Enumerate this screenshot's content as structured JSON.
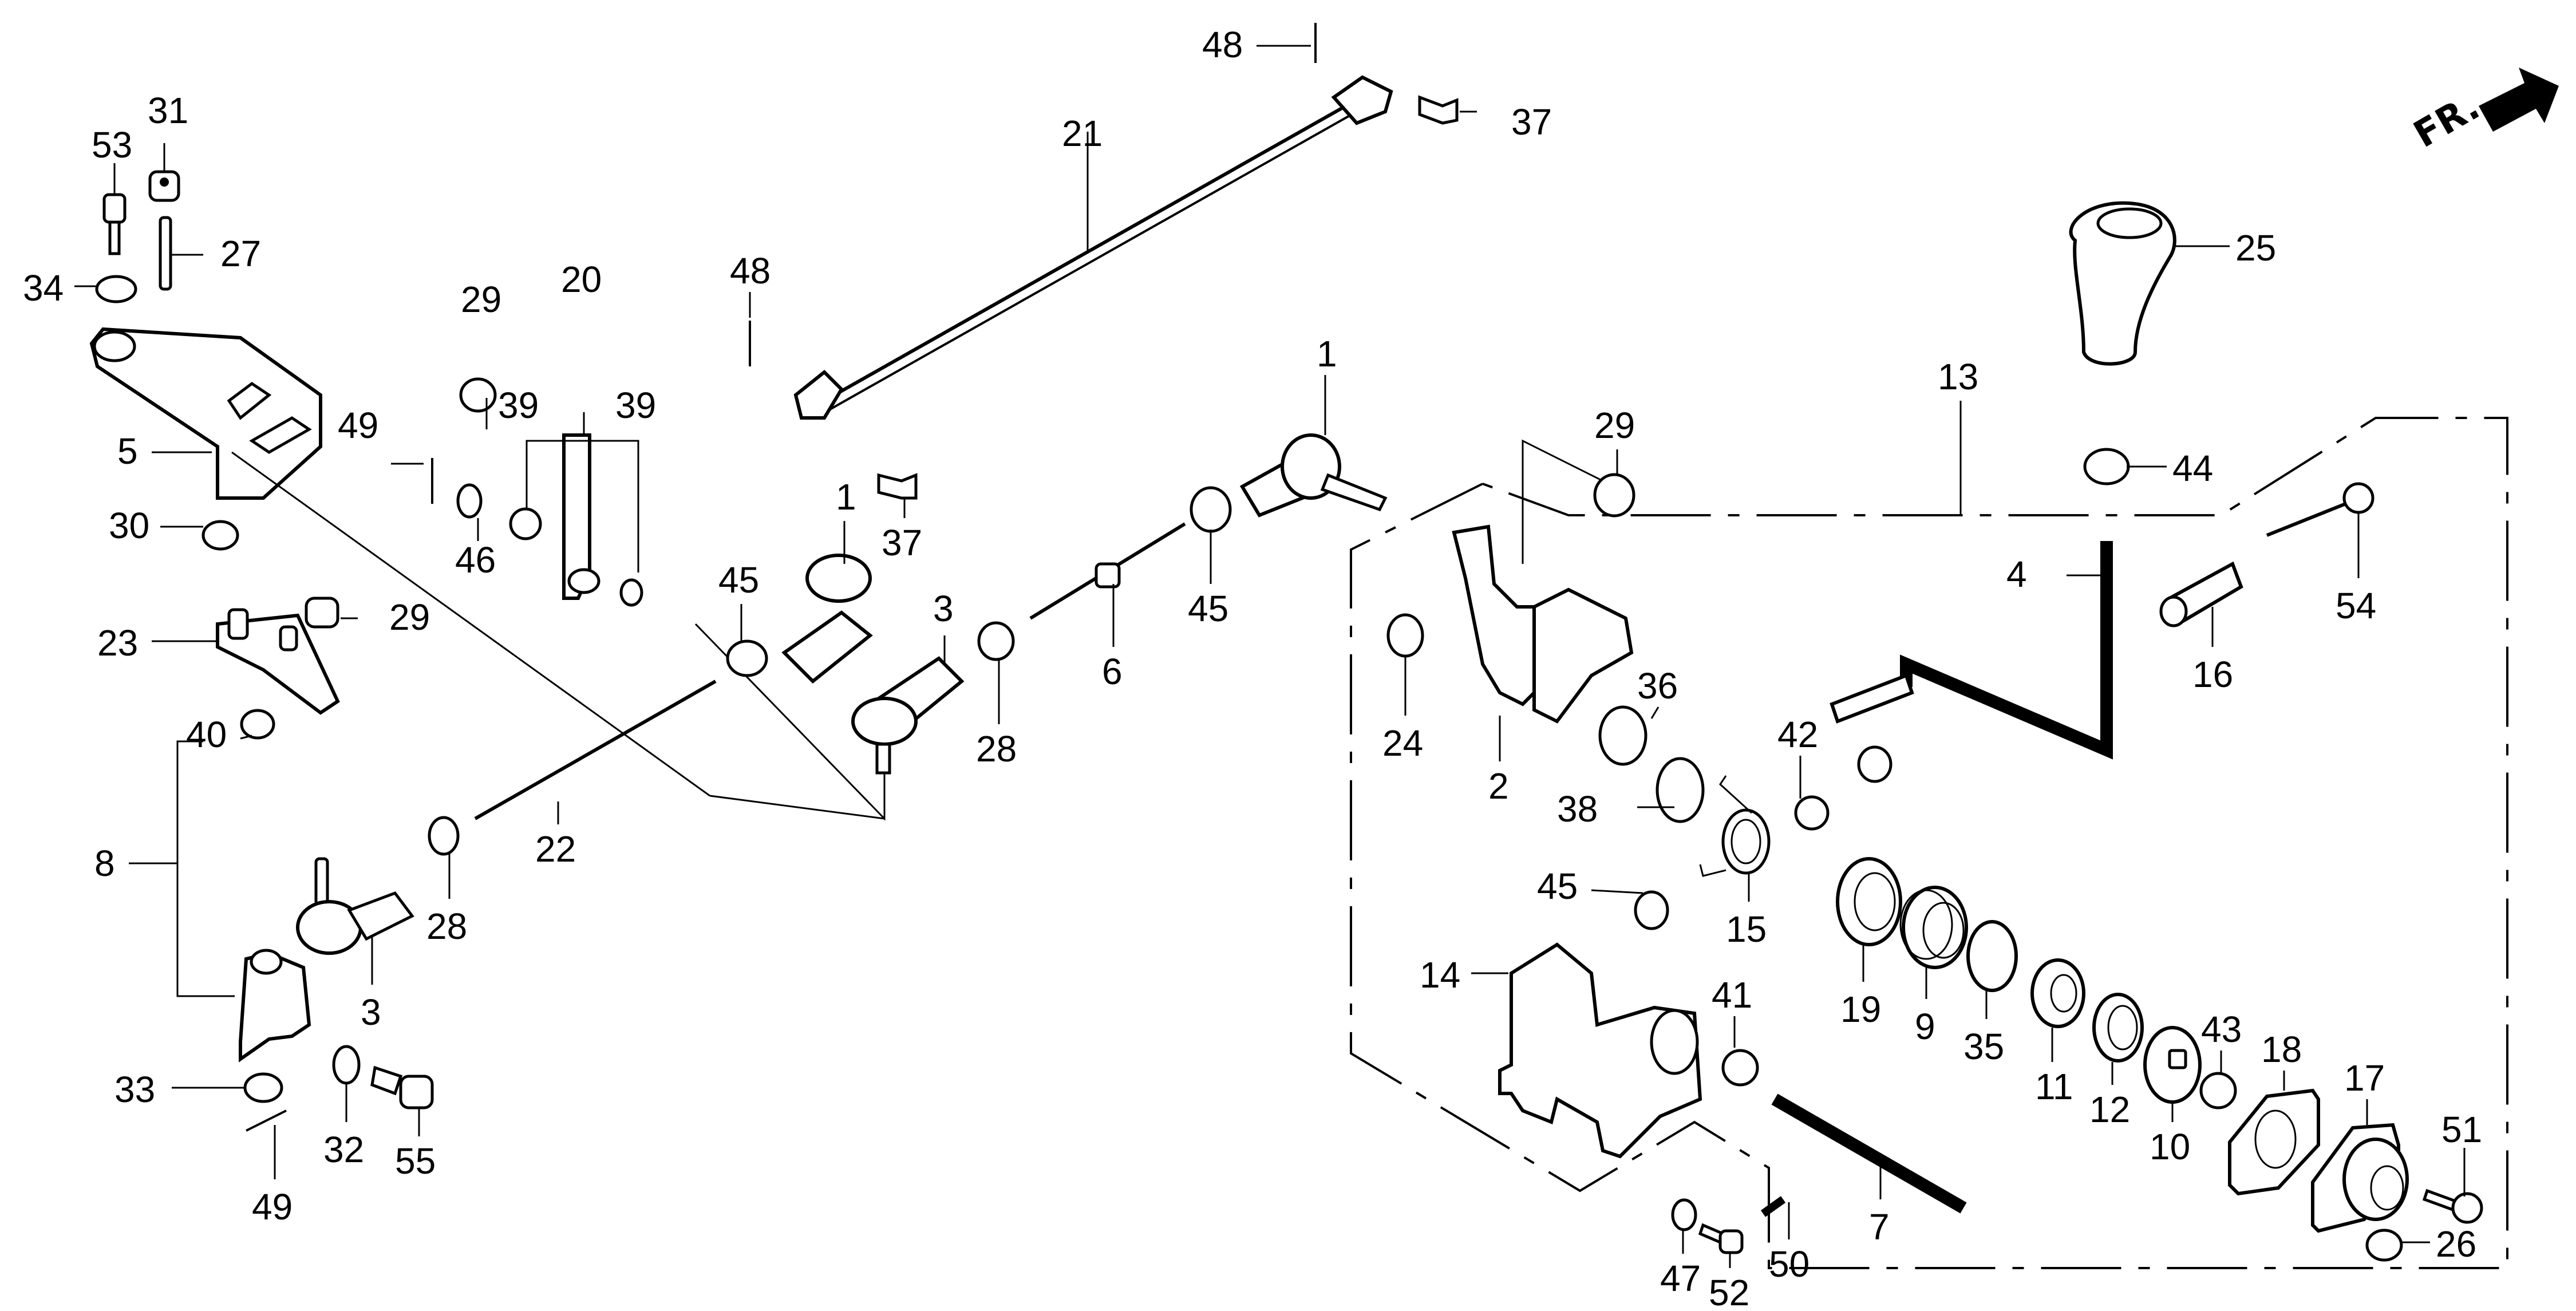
{
  "diagram": {
    "type": "exploded-parts-diagram",
    "direction_indicator": {
      "label": "FR.",
      "icon": "front-arrow-icon"
    },
    "callouts": [
      {
        "id": "c31",
        "label": "31"
      },
      {
        "id": "c53",
        "label": "53"
      },
      {
        "id": "c27",
        "label": "27"
      },
      {
        "id": "c34",
        "label": "34"
      },
      {
        "id": "c5",
        "label": "5"
      },
      {
        "id": "c30",
        "label": "30"
      },
      {
        "id": "c29a",
        "label": "29"
      },
      {
        "id": "c20",
        "label": "20"
      },
      {
        "id": "c39a",
        "label": "39"
      },
      {
        "id": "c39b",
        "label": "39"
      },
      {
        "id": "c49a",
        "label": "49"
      },
      {
        "id": "c46",
        "label": "46"
      },
      {
        "id": "c48a",
        "label": "48"
      },
      {
        "id": "c48b",
        "label": "48"
      },
      {
        "id": "c21",
        "label": "21"
      },
      {
        "id": "c37a",
        "label": "37"
      },
      {
        "id": "c37b",
        "label": "37"
      },
      {
        "id": "c23",
        "label": "23"
      },
      {
        "id": "c29b",
        "label": "29"
      },
      {
        "id": "c40",
        "label": "40"
      },
      {
        "id": "c8",
        "label": "8"
      },
      {
        "id": "c3a",
        "label": "3"
      },
      {
        "id": "c28a",
        "label": "28"
      },
      {
        "id": "c22",
        "label": "22"
      },
      {
        "id": "c33",
        "label": "33"
      },
      {
        "id": "c32",
        "label": "32"
      },
      {
        "id": "c55",
        "label": "55"
      },
      {
        "id": "c49b",
        "label": "49"
      },
      {
        "id": "c45a",
        "label": "45"
      },
      {
        "id": "c1a",
        "label": "1"
      },
      {
        "id": "c3b",
        "label": "3"
      },
      {
        "id": "c28b",
        "label": "28"
      },
      {
        "id": "c6",
        "label": "6"
      },
      {
        "id": "c45b",
        "label": "45"
      },
      {
        "id": "c1b",
        "label": "1"
      },
      {
        "id": "c29c",
        "label": "29"
      },
      {
        "id": "c13",
        "label": "13"
      },
      {
        "id": "c25",
        "label": "25"
      },
      {
        "id": "c44",
        "label": "44"
      },
      {
        "id": "c54",
        "label": "54"
      },
      {
        "id": "c4",
        "label": "4"
      },
      {
        "id": "c16",
        "label": "16"
      },
      {
        "id": "c24",
        "label": "24"
      },
      {
        "id": "c2",
        "label": "2"
      },
      {
        "id": "c36",
        "label": "36"
      },
      {
        "id": "c38",
        "label": "38"
      },
      {
        "id": "c42",
        "label": "42"
      },
      {
        "id": "c15",
        "label": "15"
      },
      {
        "id": "c45c",
        "label": "45"
      },
      {
        "id": "c14",
        "label": "14"
      },
      {
        "id": "c41",
        "label": "41"
      },
      {
        "id": "c19",
        "label": "19"
      },
      {
        "id": "c9",
        "label": "9"
      },
      {
        "id": "c35",
        "label": "35"
      },
      {
        "id": "c11",
        "label": "11"
      },
      {
        "id": "c12",
        "label": "12"
      },
      {
        "id": "c10",
        "label": "10"
      },
      {
        "id": "c43",
        "label": "43"
      },
      {
        "id": "c18",
        "label": "18"
      },
      {
        "id": "c17",
        "label": "17"
      },
      {
        "id": "c51",
        "label": "51"
      },
      {
        "id": "c26",
        "label": "26"
      },
      {
        "id": "c47",
        "label": "47"
      },
      {
        "id": "c52",
        "label": "52"
      },
      {
        "id": "c50",
        "label": "50"
      },
      {
        "id": "c7",
        "label": "7"
      }
    ]
  }
}
